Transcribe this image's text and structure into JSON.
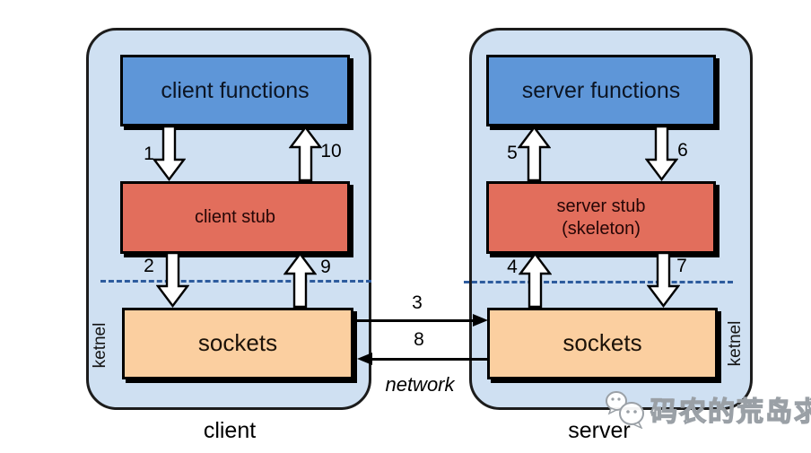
{
  "diagram": {
    "client": {
      "host_label": "client",
      "kernel_label": "ketnel",
      "functions_box": "client functions",
      "stub_box": "client stub",
      "sockets_box": "sockets",
      "step_1": "1",
      "step_2": "2",
      "step_9": "9",
      "step_10": "10"
    },
    "server": {
      "host_label": "server",
      "kernel_label": "ketnel",
      "functions_box": "server functions",
      "stub_box_line1": "server stub",
      "stub_box_line2": "(skeleton)",
      "sockets_box": "sockets",
      "step_4": "4",
      "step_5": "5",
      "step_6": "6",
      "step_7": "7"
    },
    "network": {
      "label": "network",
      "step_3": "3",
      "step_8": "8"
    },
    "watermark_text": "码农的荒岛求生",
    "colors": {
      "host_fill": "#cfe0f2",
      "functions_box_fill": "#5e96d8",
      "stub_box_fill": "#e26e5c",
      "sockets_box_fill": "#fbcfa0",
      "kernel_boundary_dash": "#2e5c9e",
      "border": "#000000"
    }
  }
}
